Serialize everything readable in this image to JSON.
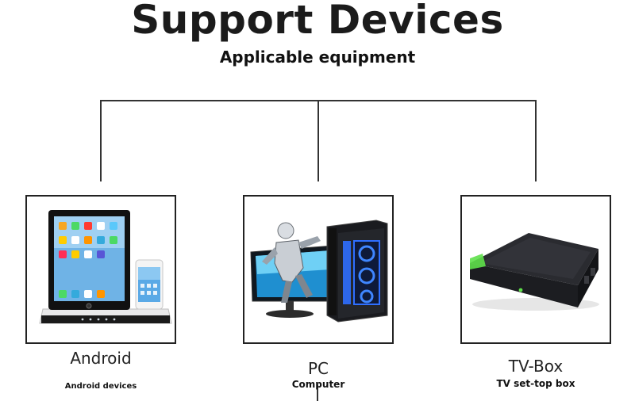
{
  "header": {
    "title": "Support Devices",
    "subtitle": "Applicable equipment"
  },
  "devices": [
    {
      "label": "Android",
      "sublabel": "Android devices"
    },
    {
      "label": "PC",
      "sublabel": "Computer"
    },
    {
      "label": "TV-Box",
      "sublabel": "TV set-top box"
    }
  ],
  "colors": {
    "tree_line": "#333333",
    "frame": "#222222",
    "pc_accent_blue": "#2f6fff",
    "tvbox_led": "#5ee04a"
  }
}
